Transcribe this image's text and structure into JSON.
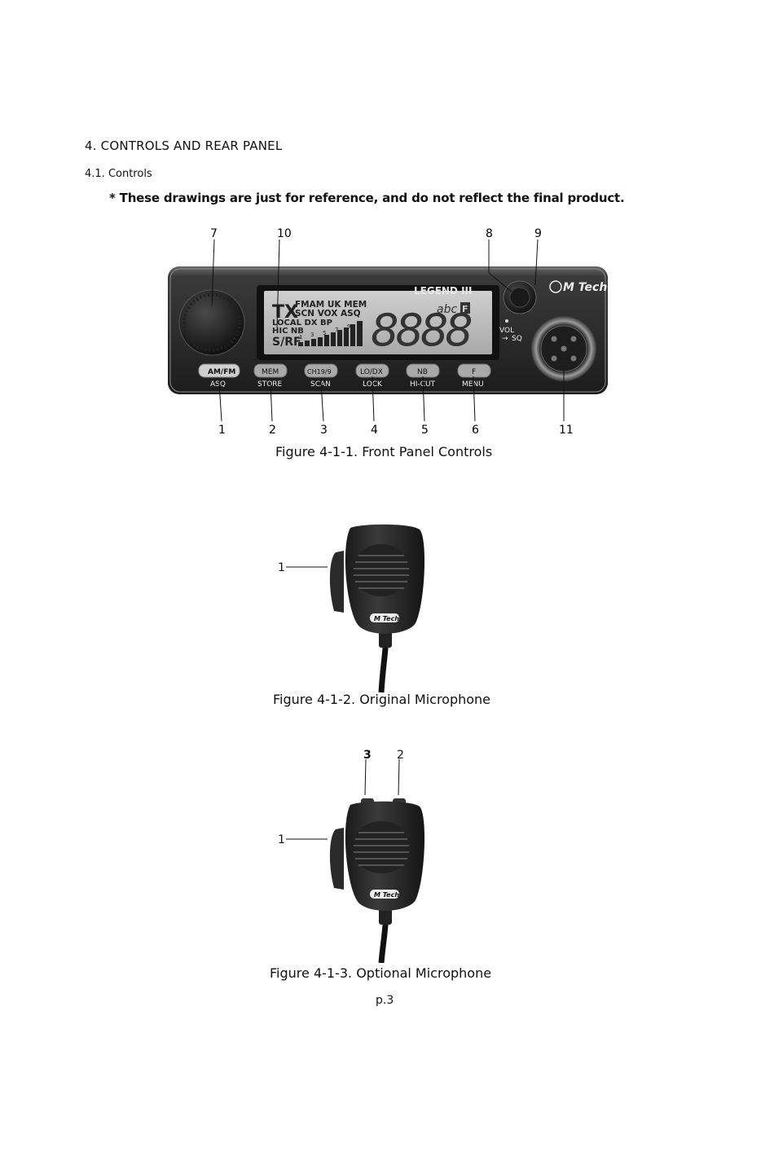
{
  "section_heading": "4. CONTROLS AND REAR PANEL",
  "sub_heading": "4.1. Controls",
  "note": "* These drawings are just for reference, and do not reflect the final product.",
  "figure1": {
    "caption": "Figure 4-1-1. Front Panel Controls",
    "callouts_top": [
      "7",
      "10",
      "8",
      "9"
    ],
    "callouts_bottom": [
      "1",
      "2",
      "3",
      "4",
      "5",
      "6",
      "11"
    ],
    "model": "LEGEND III",
    "brand": "M Tech",
    "lcd": {
      "tx": "TX",
      "line1": "FMAM UK MEM",
      "line2": "SCN VOX ASQ",
      "line3": "LOCAL DX BP",
      "line4": "HIC NB",
      "srf": "S/RF",
      "scale": [
        "1",
        "3",
        "5",
        "7",
        "9"
      ],
      "digits": "8888",
      "abc": "abc",
      "f": "F"
    },
    "knob_labels": [
      "VOL",
      "SQ"
    ],
    "buttons": [
      {
        "key": "AM/FM",
        "sub": "ASQ"
      },
      {
        "key": "MEM",
        "sub": "STORE"
      },
      {
        "key": "CH19/9",
        "sub": "SCAN"
      },
      {
        "key": "LO/DX",
        "sub": "LOCK"
      },
      {
        "key": "NB",
        "sub": "HI-CUT"
      },
      {
        "key": "F",
        "sub": "MENU"
      }
    ]
  },
  "figure2": {
    "caption": "Figure 4-1-2. Original Microphone",
    "callouts": [
      "1"
    ],
    "badge": "M Tech"
  },
  "figure3": {
    "caption": "Figure 4-1-3. Optional Microphone",
    "callouts": [
      "3",
      "2",
      "1"
    ],
    "badge": "M Tech"
  },
  "page_number": "p.3"
}
